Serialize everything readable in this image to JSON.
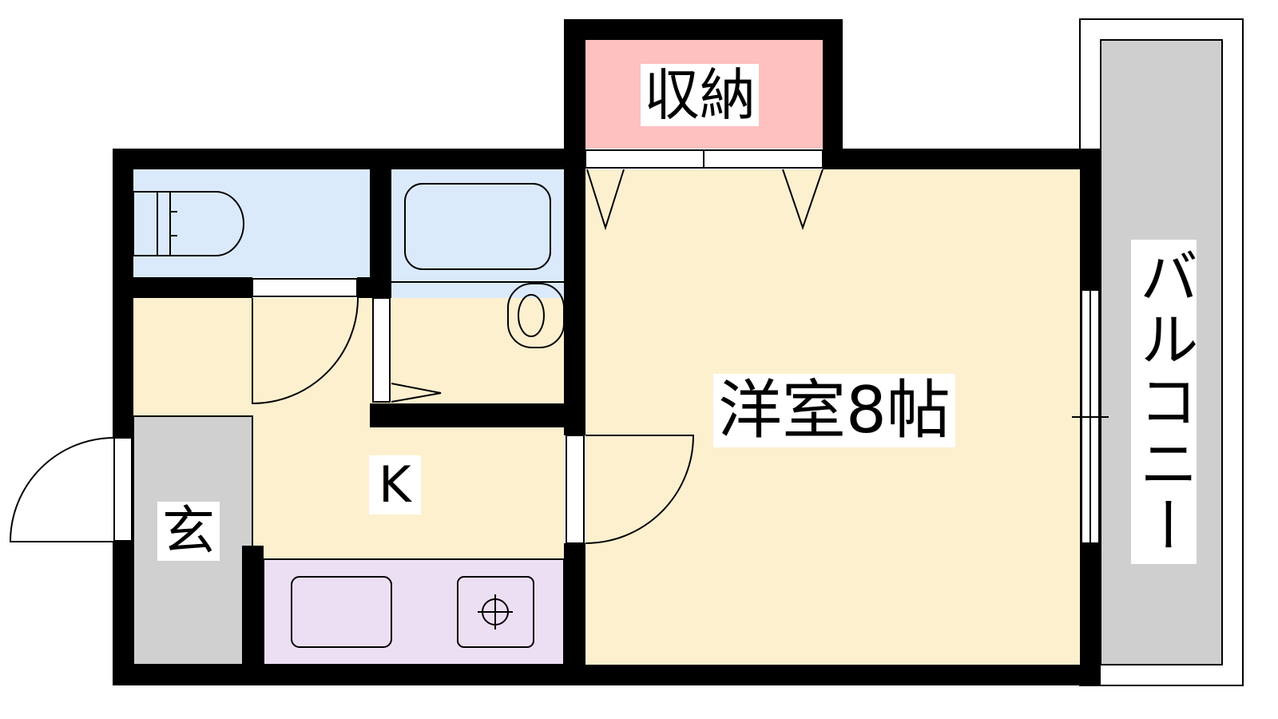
{
  "rooms": {
    "storage": "収納",
    "western_room": "洋室8帖",
    "kitchen": "K",
    "entrance": "玄",
    "balcony": "バルコニー"
  },
  "colors": {
    "wall": "#000000",
    "storage": "#ffc0c0",
    "wet_area": "#dbeafb",
    "living": "#fdf0cf",
    "entrance": "#d0d0d0",
    "counter": "#ecdff3",
    "balcony": "#cfcfcf"
  }
}
